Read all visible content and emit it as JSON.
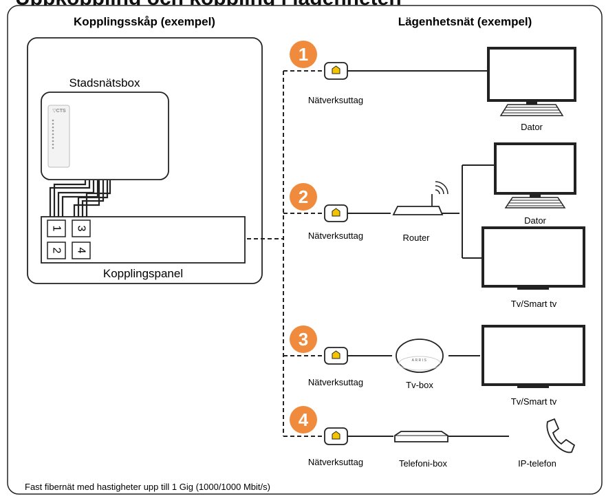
{
  "top_title": "Uppkoppling och koppling i lägenheten",
  "headers": {
    "left": "Kopplingsskåp (exempel)",
    "right": "Lägenhetsnät (exempel)"
  },
  "cabinet": {
    "box_label": "Stadsnätsbox",
    "brand": "CTS",
    "panel_label": "Kopplingspanel",
    "ports": [
      "1",
      "2",
      "3",
      "4"
    ]
  },
  "connections": [
    {
      "number": "1",
      "outlet_label": "Nätverksuttag",
      "device_label": "",
      "endpoints": [
        "Dator"
      ]
    },
    {
      "number": "2",
      "outlet_label": "Nätverksuttag",
      "device_label": "Router",
      "endpoints": [
        "Dator",
        "Tv/Smart tv"
      ]
    },
    {
      "number": "3",
      "outlet_label": "Nätverksuttag",
      "device_label": "Tv-box",
      "device_brand": "ARRIS",
      "endpoints": [
        "Tv/Smart tv"
      ]
    },
    {
      "number": "4",
      "outlet_label": "Nätverksuttag",
      "device_label": "Telefoni-box",
      "endpoints": [
        "IP-telefon"
      ]
    }
  ],
  "footer": "Fast fibernät med hastigheter upp till 1 Gig (1000/1000 Mbit/s)",
  "colors": {
    "badge": "#f08a3c",
    "outlet_icon": "#f5c400",
    "line": "#1a1a1a"
  }
}
